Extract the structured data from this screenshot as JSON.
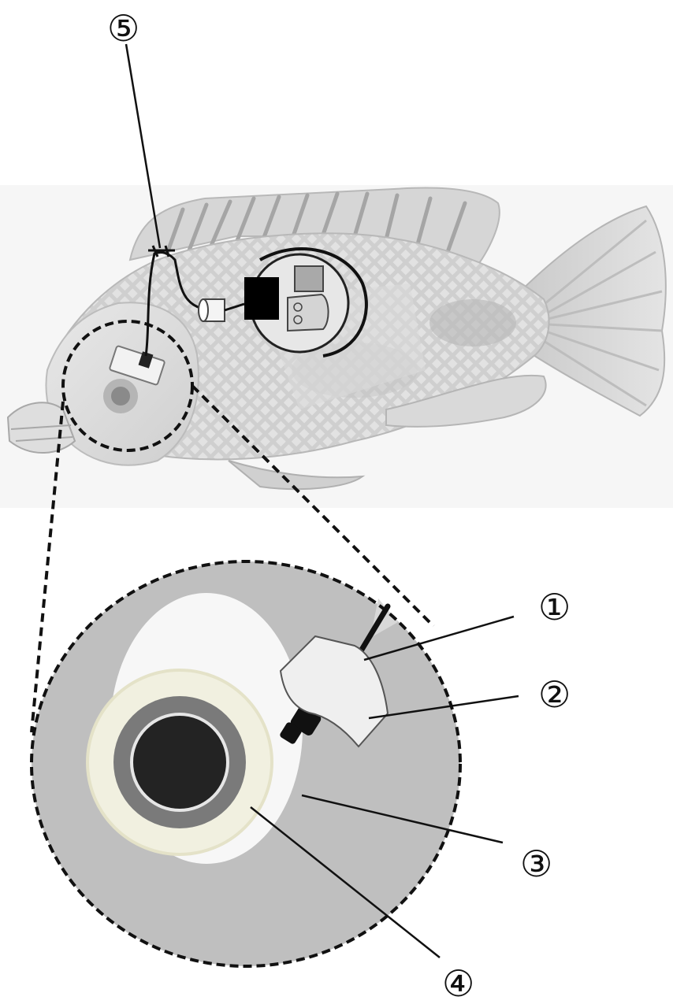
{
  "callouts": {
    "one": "①",
    "two": "②",
    "three": "③",
    "four": "④",
    "five": "⑤"
  },
  "colors": {
    "fish_body": "#d2d2d2",
    "fish_pattern": "#bdbdbd",
    "detail_disc": "#bfbfbf",
    "eye_ring_outer": "#f1f0e0",
    "eye_ring_mid": "#7a7a7a",
    "pupil": "#232323",
    "tag_body": "#000000"
  }
}
